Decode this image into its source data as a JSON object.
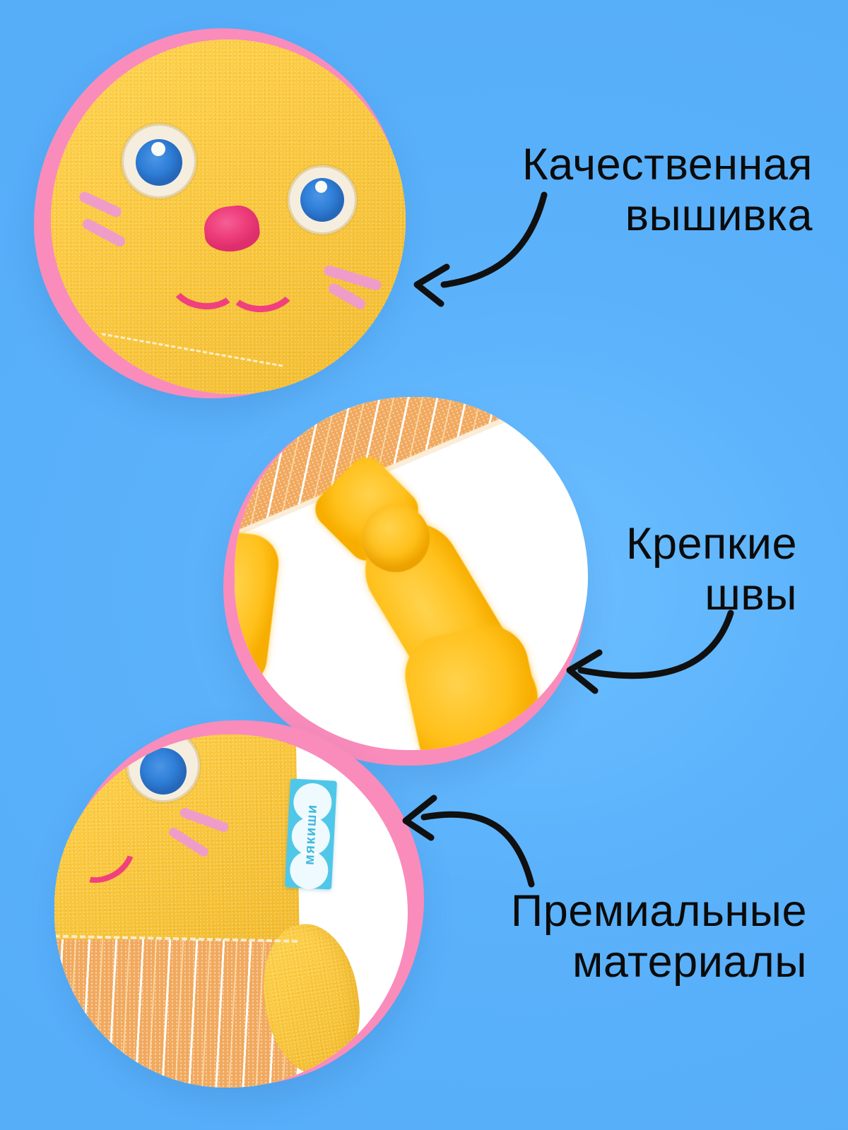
{
  "meta": {
    "kind": "product-feature-infographic",
    "language": "ru"
  },
  "palette": {
    "background_blue": "#5BB2FB",
    "background_glow": "#6CBEFF",
    "accent_pink": "#F98CBB",
    "text_black": "#0B0B0B",
    "arrow_black": "#101010",
    "fabric_yellow": "#FBC940",
    "plush_yellow": "#FFC01A",
    "plaid_orange": "#F1A95E",
    "tag_blue": "#4FC7E9",
    "eye_blue": "#2F7FD8",
    "embroidery_pink": "#F0407E",
    "whisker_pink": "#F09CC8"
  },
  "features": [
    {
      "id": "embroidery",
      "label_lines": [
        "Качественная",
        "вышивка"
      ],
      "photo_alt": "cat-face-embroidery",
      "arrow": "curved-arrow-pointing-left"
    },
    {
      "id": "seams",
      "label_lines": [
        "Крепкие",
        "швы"
      ],
      "photo_alt": "plush-knot-seam-close-up",
      "arrow": "curved-arrow-pointing-left"
    },
    {
      "id": "materials",
      "label_lines": [
        "Премиальные",
        "материалы"
      ],
      "photo_alt": "fabric-layers-and-brand-tag",
      "arrow": "curved-arrow-pointing-left"
    }
  ],
  "brand_tag": {
    "text": "мякиши",
    "bg_color": "#4FC7E9"
  }
}
